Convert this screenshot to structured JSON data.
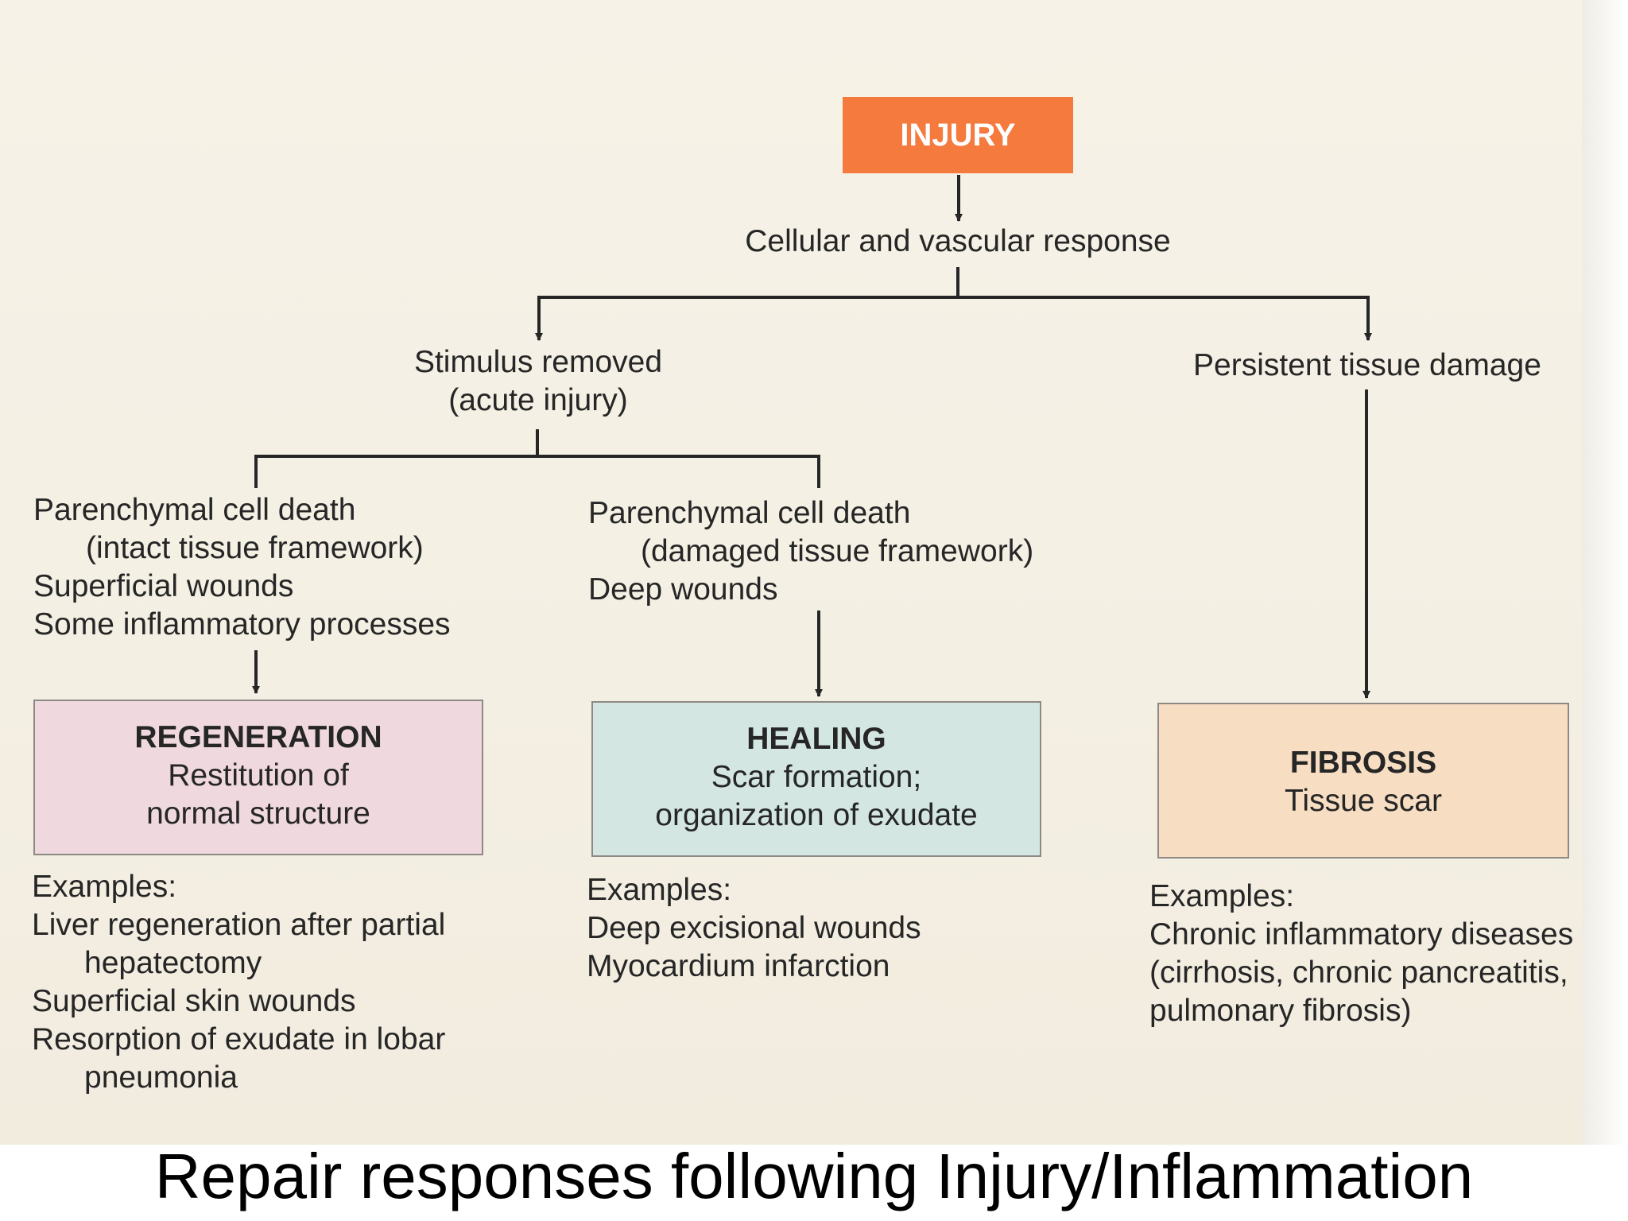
{
  "root": {
    "label": "INJURY"
  },
  "response": {
    "label": "Cellular and vascular response"
  },
  "branches": {
    "acute": {
      "lines": [
        "Stimulus removed",
        "(acute injury)"
      ]
    },
    "persistent": {
      "label": "Persistent tissue damage"
    }
  },
  "intact_framework": {
    "lines": [
      "Parenchymal cell death",
      "(intact tissue framework)",
      "Superficial wounds",
      "Some inflammatory processes"
    ]
  },
  "damaged_framework": {
    "lines": [
      "Parenchymal cell death",
      "(damaged tissue framework)",
      "Deep wounds"
    ]
  },
  "outcomes": {
    "regeneration": {
      "title": "REGENERATION",
      "lines": [
        "Restitution of",
        "normal structure"
      ]
    },
    "healing": {
      "title": "HEALING",
      "lines": [
        "Scar formation;",
        "organization of exudate"
      ]
    },
    "fibrosis": {
      "title": "FIBROSIS",
      "lines": [
        "Tissue scar"
      ]
    }
  },
  "examples": {
    "regeneration": {
      "heading": "Examples:",
      "lines": [
        "Liver regeneration after partial",
        "hepatectomy",
        "Superficial skin wounds",
        "Resorption of exudate in lobar",
        "pneumonia"
      ]
    },
    "healing": {
      "heading": "Examples:",
      "lines": [
        "Deep excisional wounds",
        "Myocardium infarction"
      ]
    },
    "fibrosis": {
      "heading": "Examples:",
      "lines": [
        "Chronic inflammatory diseases",
        "(cirrhosis, chronic pancreatitis,",
        "pulmonary fibrosis)"
      ]
    }
  },
  "caption": "Repair responses following Injury/Inflammation",
  "colors": {
    "injury": "#f47a3e",
    "regeneration": "#efd8de",
    "healing": "#d3e6e2",
    "fibrosis": "#f7ddc2",
    "connector": "#262626"
  }
}
